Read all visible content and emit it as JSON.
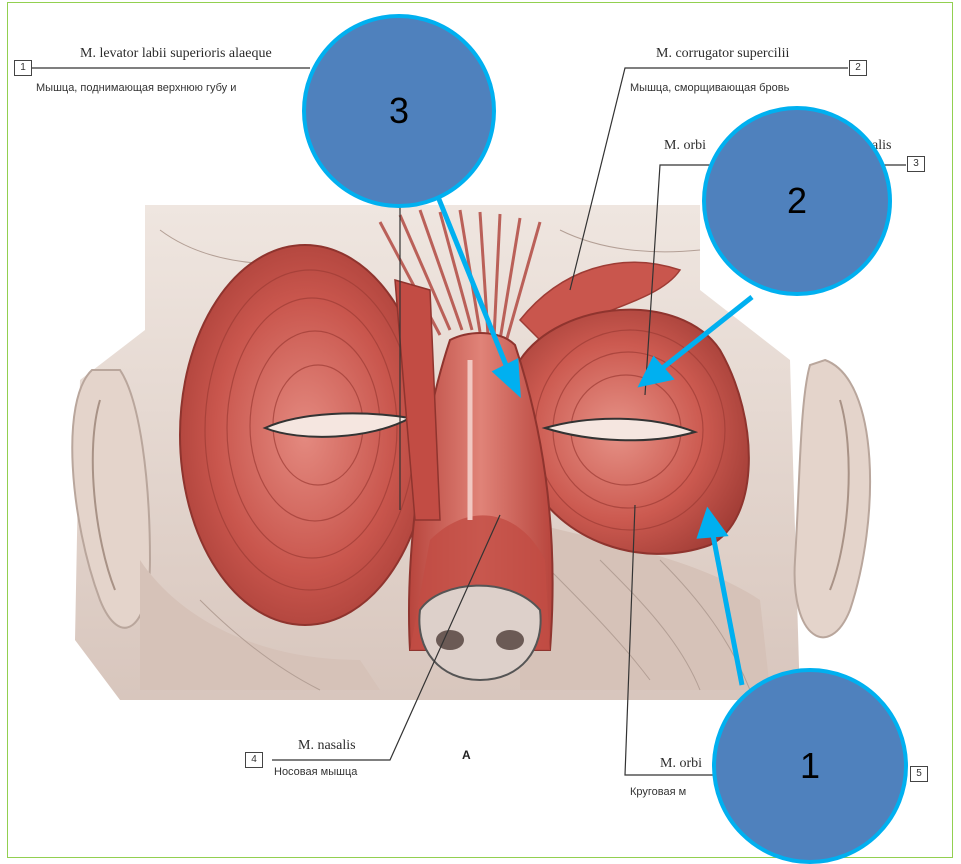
{
  "figure_letter": "A",
  "labels": [
    {
      "num": "1",
      "latin": "M. levator labii superioris alaeque",
      "ru": "Мышца, поднимающая верхнюю губу и"
    },
    {
      "num": "2",
      "latin": "M. corrugator supercilii",
      "ru": "Мышца, сморщивающая бровь"
    },
    {
      "num": "3",
      "latin": "M. orbi",
      "latin_end": "alis",
      "ru": ""
    },
    {
      "num": "4",
      "latin": "M. nasalis",
      "ru": "Носовая мышца"
    },
    {
      "num": "5",
      "latin": "M. orbi",
      "ru": "Круговая м"
    }
  ],
  "callouts": [
    {
      "number": "3"
    },
    {
      "number": "2"
    },
    {
      "number": "1"
    }
  ],
  "colors": {
    "border": "#92d050",
    "bubble_fill": "#4f81bd",
    "bubble_stroke": "#00b0f0",
    "arrow": "#00b0f0",
    "muscle": "#c9564d",
    "skin": "#e9dcd5"
  }
}
